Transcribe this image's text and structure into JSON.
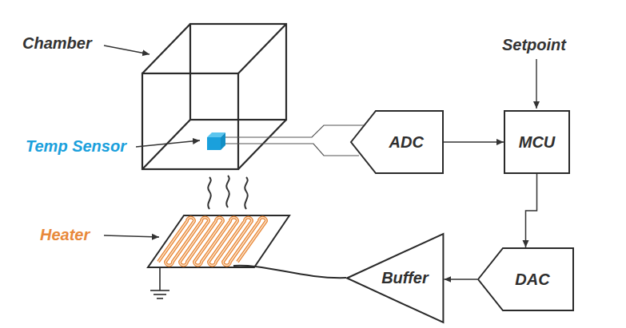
{
  "diagram": {
    "nodes": [
      {
        "text": [
          "ADC"
        ]
      },
      {
        "text": [
          "MCU"
        ]
      },
      {
        "text": [
          "DAC"
        ]
      },
      {
        "text": [
          "Buffer"
        ]
      }
    ],
    "edges": [
      {
        "from": 0,
        "to": 1,
        "arrow": "to"
      },
      {
        "from": 1,
        "to": 2,
        "arrow": "to"
      },
      {
        "from": 2,
        "to": 3,
        "arrow": "to"
      }
    ],
    "labels": [
      "Chamber",
      "Temp Sensor",
      "Heater",
      "Setpoint"
    ]
  }
}
